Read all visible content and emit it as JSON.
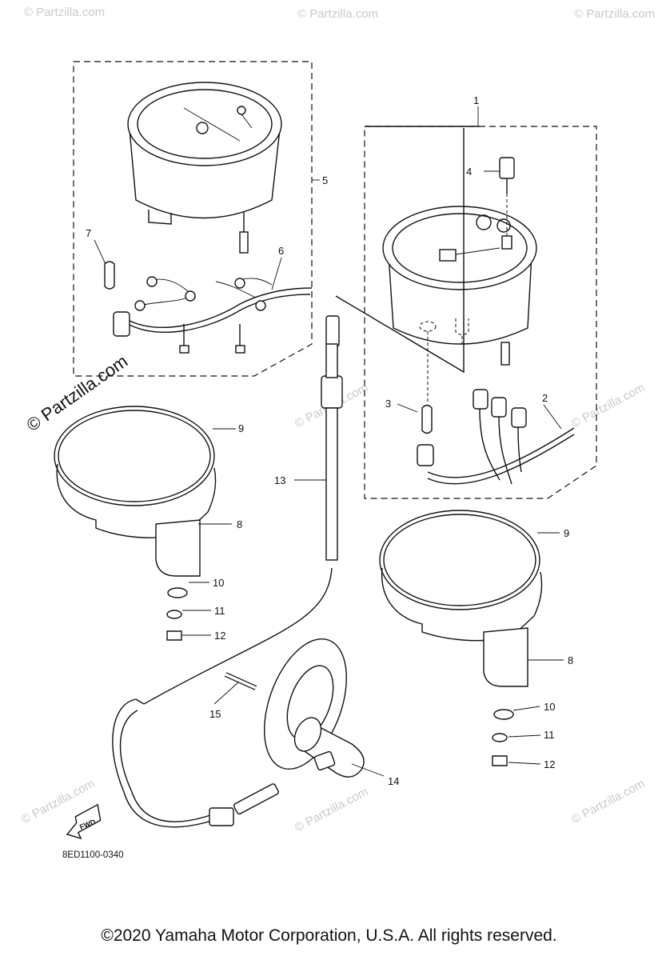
{
  "diagram": {
    "callouts": [
      "1",
      "2",
      "3",
      "4",
      "5",
      "6",
      "7",
      "8",
      "9",
      "10",
      "11",
      "12",
      "13",
      "14",
      "15"
    ],
    "callouts_repeat": {
      "c8b": "8",
      "c9b": "9",
      "c10b": "10",
      "c11b": "11",
      "c12b": "12"
    },
    "fwd_label": "FWD",
    "drawing_code": "8ED1100-0340",
    "watermark": "© Partzilla.com",
    "watermark_main": "© Partzilla.com"
  },
  "footer": {
    "copyright": "©2020 Yamaha Motor Corporation, U.S.A. All rights reserved."
  }
}
